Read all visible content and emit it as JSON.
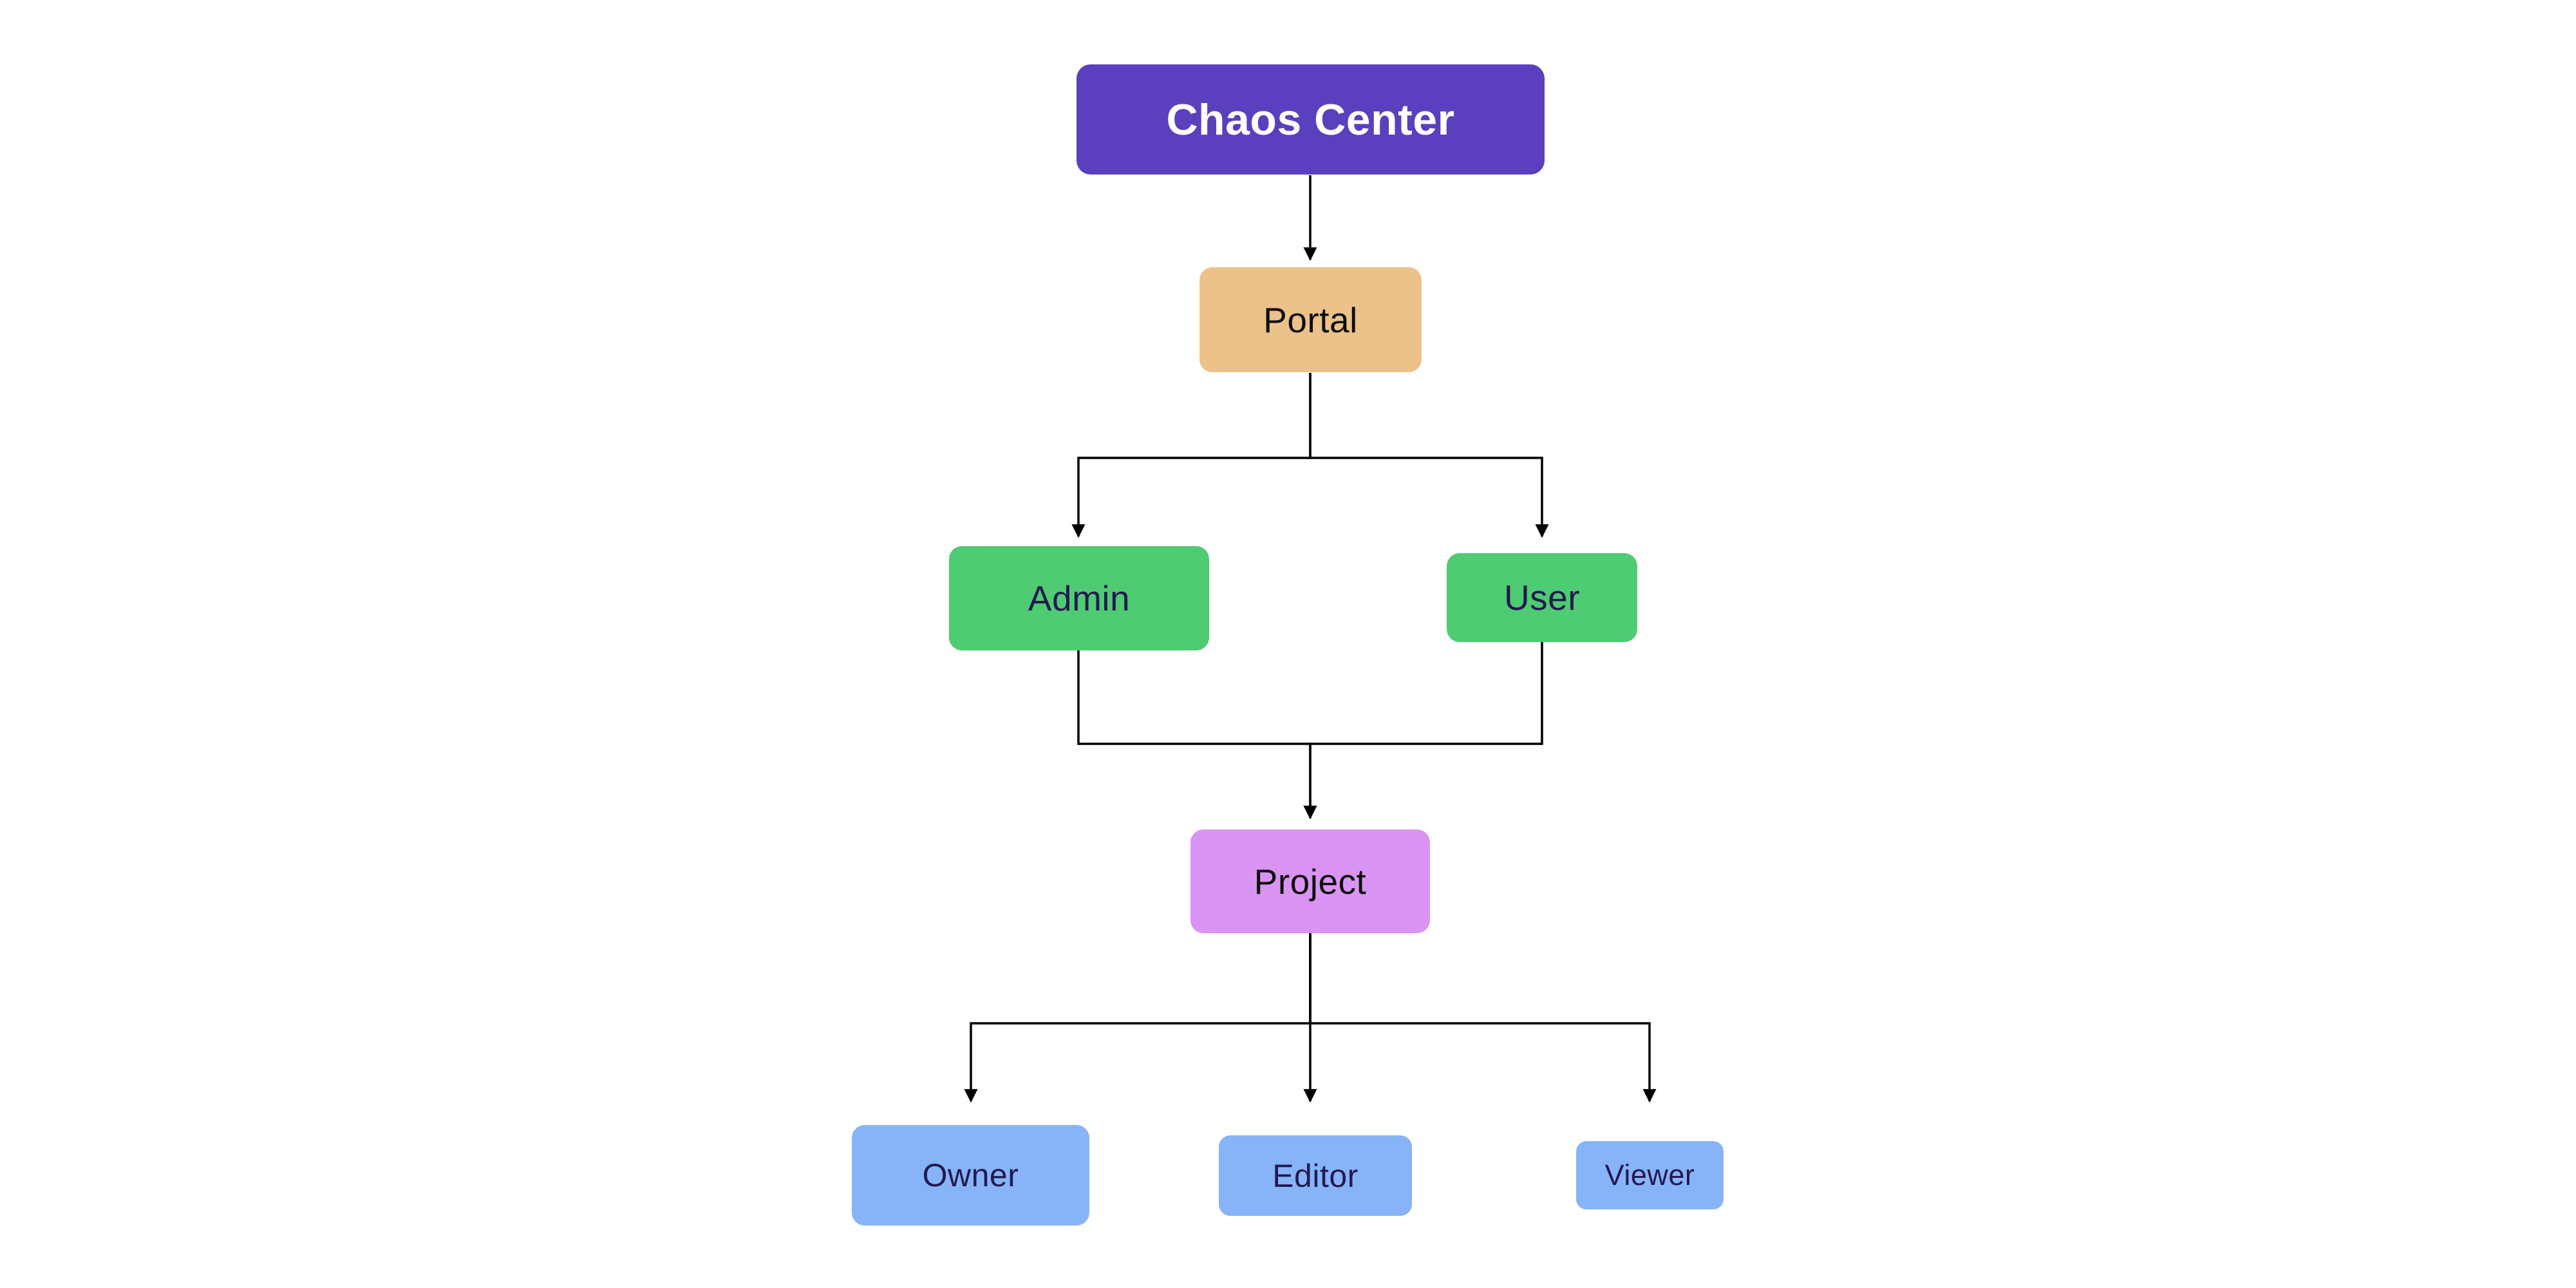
{
  "diagram": {
    "type": "flowchart",
    "direction": "top-down",
    "background": "#ffffff",
    "edge_color": "#000000",
    "nodes": [
      {
        "id": "chaos-center",
        "label": "Chaos Center",
        "bg": "#5a3fbe",
        "text_color": "#ffffff"
      },
      {
        "id": "portal",
        "label": "Portal",
        "bg": "#ecc28a",
        "text_color": "#0d0d0d"
      },
      {
        "id": "admin",
        "label": "Admin",
        "bg": "#4ecb73",
        "text_color": "#221a4e"
      },
      {
        "id": "user",
        "label": "User",
        "bg": "#4ecb73",
        "text_color": "#221a4e"
      },
      {
        "id": "project",
        "label": "Project",
        "bg": "#d994f3",
        "text_color": "#0d0d0d"
      },
      {
        "id": "owner",
        "label": "Owner",
        "bg": "#87b3f9",
        "text_color": "#221a4e"
      },
      {
        "id": "editor",
        "label": "Editor",
        "bg": "#87b3f9",
        "text_color": "#221a4e"
      },
      {
        "id": "viewer",
        "label": "Viewer",
        "bg": "#87b3f9",
        "text_color": "#221a4e"
      }
    ],
    "edges": [
      {
        "from": "Chaos Center",
        "to": "Portal"
      },
      {
        "from": "Portal",
        "to": "Admin"
      },
      {
        "from": "Portal",
        "to": "User"
      },
      {
        "from": "Admin",
        "to": "Project"
      },
      {
        "from": "User",
        "to": "Project"
      },
      {
        "from": "Project",
        "to": "Owner"
      },
      {
        "from": "Project",
        "to": "Editor"
      },
      {
        "from": "Project",
        "to": "Viewer"
      }
    ]
  }
}
